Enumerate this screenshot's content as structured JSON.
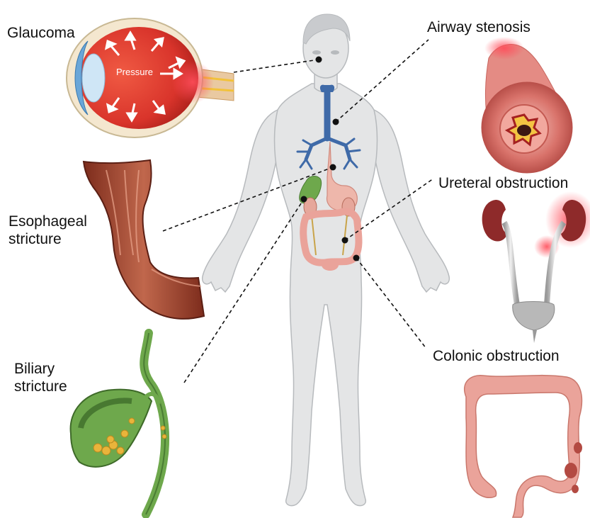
{
  "diagram": {
    "labels": {
      "glaucoma": "Glaucoma",
      "pressure": "Pressure",
      "airway_stenosis": "Airway stenosis",
      "esophageal_stricture": "Esophageal\nstricture",
      "ureteral_obstruction": "Ureteral obstruction",
      "biliary_stricture": "Biliary\nstricture",
      "colonic_obstruction": "Colonic obstruction"
    },
    "colors": {
      "skin": "#e4e5e6",
      "skin_outline": "#b7babd",
      "hair": "#c9cbce",
      "bronchi": "#3f6aa8",
      "esophagus": "#e6a79b",
      "eye_red": "#d9342b",
      "muscle": "#a8472f",
      "kidney": "#8e2a2a",
      "gallbladder": "#6ea84c",
      "stones": "#e9b43b",
      "colon": "#eaa39a",
      "connector": "#111111"
    }
  }
}
